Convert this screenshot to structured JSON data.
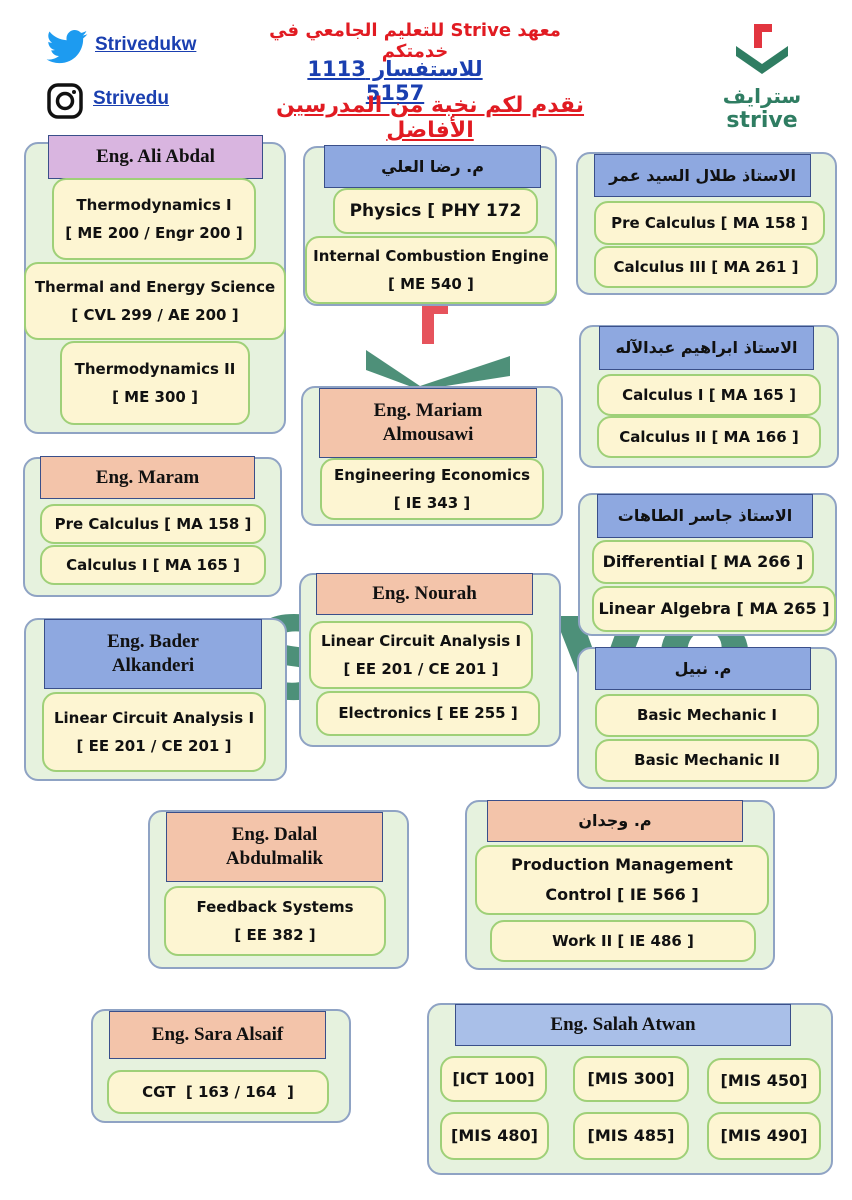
{
  "header": {
    "institute_line": "معهد  Strive  للتعليم الجامعي في خدمتكم",
    "inquiry_line": "للاستفسار 1113 5157",
    "tagline": "نقدم لكم نخبة من المدرسين الأفاضل"
  },
  "social": {
    "twitter_handle": "Strivedukw",
    "instagram_handle": "Strivedu"
  },
  "logo": {
    "arabic": "سترايف",
    "latin": "strive"
  },
  "colors": {
    "header_red": "#e11b22",
    "link_blue": "#1a3fb0",
    "brand_green": "#2f7d62",
    "brand_red": "#e2353f",
    "group_bg": "#e6f2de",
    "course_bg": "#fdf5d2",
    "course_border": "#9fd078"
  },
  "instructors": [
    {
      "name": "Eng. Ali Abdal",
      "courses": [
        "Thermodynamics I\n[ ME 200 / Engr 200 ]",
        "Thermal and Energy Science\n[ CVL 299 / AE 200 ]",
        "Thermodynamics II\n[ ME 300 ]"
      ]
    },
    {
      "name": "م. رضا العلي",
      "courses": [
        "Physics [ PHY 172",
        "Internal Combustion Engine\n[ ME 540 ]"
      ]
    },
    {
      "name": "الاستاذ طلال السيد عمر",
      "courses": [
        "Pre Calculus [ MA 158 ]",
        "Calculus III [ MA 261 ]"
      ]
    },
    {
      "name": "الاستاذ ابراهيم عبدالآله",
      "courses": [
        "Calculus I [ MA 165 ]",
        "Calculus II [ MA 166 ]"
      ]
    },
    {
      "name": "Eng. Mariam\nAlmousawi",
      "courses": [
        "Engineering Economics\n[ IE 343 ]"
      ]
    },
    {
      "name": "Eng. Maram",
      "courses": [
        "Pre Calculus [ MA 158 ]",
        "Calculus I [ MA 165 ]"
      ]
    },
    {
      "name": "الاستاذ جاسر الطاهات",
      "courses": [
        "Differential [ MA 266 ]",
        "Linear Algebra [ MA 265 ]"
      ]
    },
    {
      "name": "Eng. Nourah",
      "courses": [
        "Linear Circuit Analysis I\n[ EE 201 / CE 201 ]",
        "Electronics [ EE 255 ]"
      ]
    },
    {
      "name": "Eng. Bader\nAlkanderi",
      "courses": [
        "Linear Circuit Analysis I\n[ EE 201 / CE 201 ]"
      ]
    },
    {
      "name": "م. نبيل",
      "courses": [
        "Basic Mechanic I",
        "Basic Mechanic II"
      ]
    },
    {
      "name": "Eng. Dalal\nAbdulmalik",
      "courses": [
        "Feedback Systems\n[ EE 382 ]"
      ]
    },
    {
      "name": "م. وجدان",
      "courses": [
        "Production Management\nControl [ IE 566 ]",
        "Work II [ IE 486 ]"
      ]
    },
    {
      "name": "Eng. Sara Alsaif",
      "courses": [
        "CGT  [ 163 / 164  ]"
      ]
    },
    {
      "name": "Eng. Salah Atwan",
      "courses": [
        "[ICT 100]",
        "[MIS 300]",
        "[MIS 450]",
        "[MIS 480]",
        "[MIS 485]",
        "[MIS 490]"
      ]
    }
  ]
}
